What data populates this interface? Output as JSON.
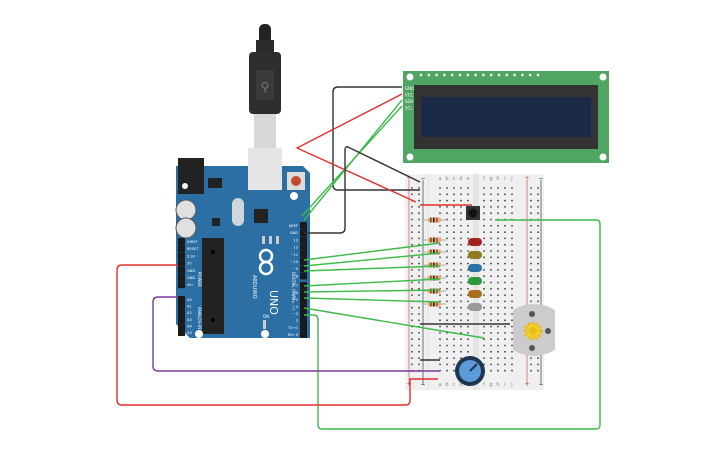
{
  "circuit": {
    "title": "Arduino Uno with LCD, LEDs, Pushbutton, Potentiometer and DC Motor",
    "colors": {
      "arduino_board": "#2c6fa5",
      "lcd_pcb": "#4fa562",
      "lcd_screen": "#1b2a47",
      "lcd_bezel": "#333333",
      "breadboard": "#f0f0f0",
      "wire_red": "#e03030",
      "wire_black": "#333333",
      "wire_green": "#3dba4a",
      "wire_purple": "#7a3b9a",
      "motor_body": "#cccccc",
      "pot_knob": "#5c9ad8"
    },
    "lcd": {
      "pins": [
        "GND",
        "VCC",
        "SDA",
        "SCL"
      ]
    },
    "arduino": {
      "brand": "ARDUINO",
      "model": "UNO",
      "power_header": [
        "IOREF",
        "RESET",
        "3.3V",
        "5V",
        "GND",
        "GND",
        "Vin"
      ],
      "power_label": "POWER",
      "analog_header": [
        "A0",
        "A1",
        "A2",
        "A3",
        "A4",
        "A5"
      ],
      "analog_label": "ANALOG IN",
      "digital_header_top": [
        "AREF",
        "GND",
        "13",
        "12",
        "~11",
        "~10",
        "~9",
        "8"
      ],
      "digital_header_bottom": [
        "7",
        "~6",
        "~5",
        "4",
        "~3",
        "2",
        "TX→1",
        "RX←0"
      ],
      "digital_label": "DIGITAL (PWM= ~)",
      "leds": [
        "TX",
        "RX",
        "L"
      ],
      "on_label": "ON"
    },
    "breadboard": {
      "columns_left": [
        "a",
        "b",
        "c",
        "d",
        "e"
      ],
      "columns_right": [
        "f",
        "g",
        "h",
        "i",
        "j"
      ],
      "rail_plus": "+",
      "rail_minus": "−",
      "rows": 30
    },
    "leds": [
      {
        "name": "red",
        "color": "#a32222"
      },
      {
        "name": "yellow",
        "color": "#8f7a1e"
      },
      {
        "name": "blue",
        "color": "#2a73a6"
      },
      {
        "name": "green",
        "color": "#2a9a3a"
      },
      {
        "name": "orange",
        "color": "#a8701c"
      },
      {
        "name": "white",
        "color": "#9a9a9a"
      }
    ],
    "resistor_count": 7
  }
}
